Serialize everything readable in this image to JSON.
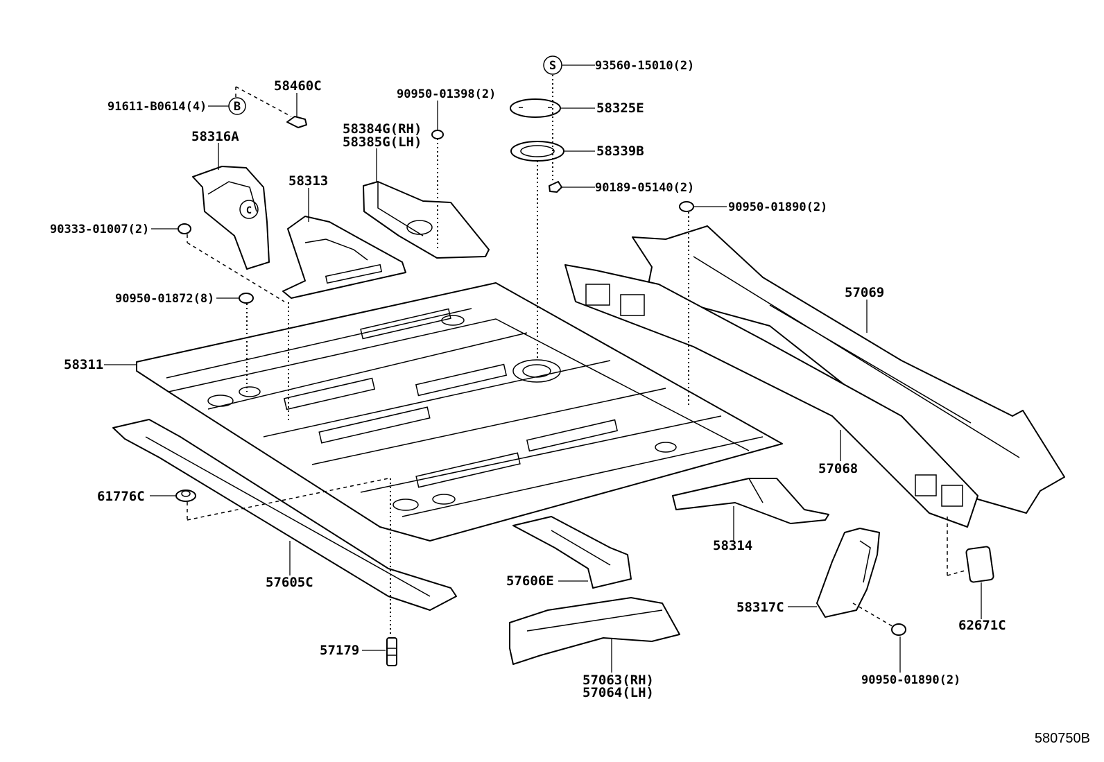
{
  "diagram_id": "580750B",
  "symbols": {
    "b": "B",
    "s": "S",
    "c": "C"
  },
  "labels": {
    "p91611": "91611-B0614(4)",
    "p58460c": "58460C",
    "p58316a": "58316A",
    "p90950_01398": "90950-01398(2)",
    "p58384g": "58384G(RH)",
    "p58385g": "58385G(LH)",
    "p58313": "58313",
    "p93560": "93560-15010(2)",
    "p58325e": "58325E",
    "p58339b": "58339B",
    "p90189": "90189-05140(2)",
    "p90950_01890_top": "90950-01890(2)",
    "p90333": "90333-01007(2)",
    "p57069": "57069",
    "p90950_01872": "90950-01872(8)",
    "p58311": "58311",
    "p57068": "57068",
    "p61776c": "61776C",
    "p58314": "58314",
    "p57605c": "57605C",
    "p57606e": "57606E",
    "p58317c": "58317C",
    "p62671c": "62671C",
    "p57179": "57179",
    "p57063": "57063(RH)",
    "p57064": "57064(LH)",
    "p90950_01890_bot": "90950-01890(2)"
  }
}
